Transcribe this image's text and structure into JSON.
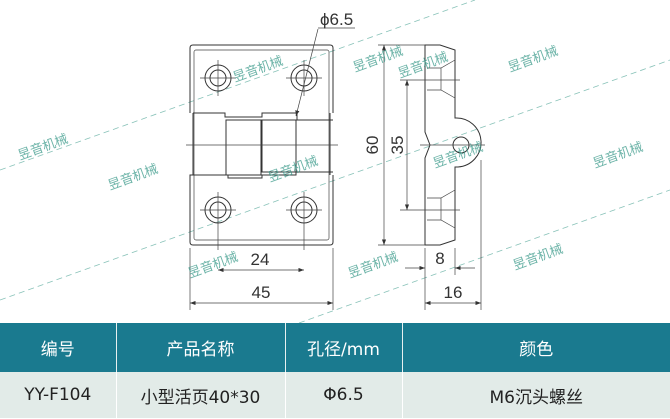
{
  "drawing": {
    "hole_label": "ϕ6.5",
    "dim_height": "60",
    "dim_hole_spacing_v": "35",
    "dim_hole_spacing_h": "24",
    "dim_width": "45",
    "dim_leaf_thickness": "8",
    "dim_total_thickness": "16",
    "watermark": "昱音机械",
    "watermark_color": "#3a9a8a"
  },
  "table": {
    "headers": [
      "编号",
      "产品名称",
      "孔径/mm",
      "颜色"
    ],
    "rows": [
      [
        "YY-F104",
        "小型活页40*30",
        "Φ6.5",
        "M6沉头螺丝"
      ]
    ],
    "header_bg": "#1a7a8f",
    "row_bg": "#e2ebe8"
  }
}
